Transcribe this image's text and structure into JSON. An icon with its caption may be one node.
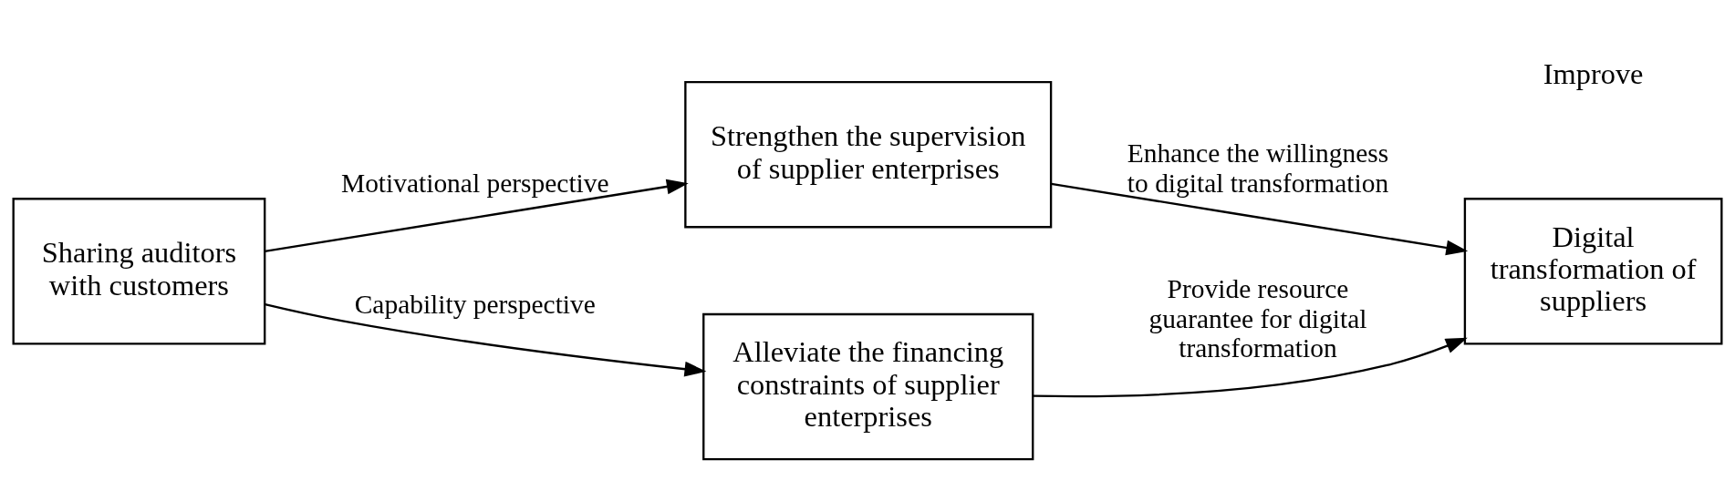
{
  "diagram": {
    "nodes": [
      {
        "text": [
          "Sharing auditors with customers"
        ]
      },
      {
        "text": [
          "Strengthen the supervision of supplier enterprises"
        ]
      },
      {
        "text": [
          "Alleviate the financing constraints of supplier enterprises"
        ]
      },
      {
        "text": [
          "Digital transformation of suppliers"
        ]
      }
    ],
    "edges": [
      {
        "from": 0,
        "to": 1,
        "arrow": "to",
        "label": "Motivational perspective"
      },
      {
        "from": 0,
        "to": 2,
        "arrow": "to",
        "label": "Capability perspective"
      },
      {
        "from": 1,
        "to": 3,
        "arrow": "to",
        "label": "Enhance the willingness to digital transformation"
      },
      {
        "from": 2,
        "to": 3,
        "arrow": "to",
        "label": "Provide resource guarantee for digital transformation"
      }
    ],
    "labels": [
      "Improve"
    ]
  }
}
